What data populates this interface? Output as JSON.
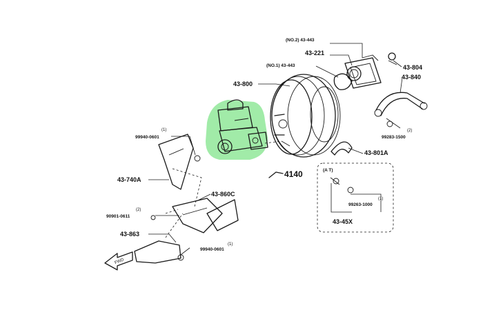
{
  "highlight_color": "#6fe07a",
  "labels": {
    "no2_43443": "(NO.2) 43-443",
    "p43221": "43-221",
    "p43804": "43-804",
    "no1_43443": "(NO.1) 43-443",
    "p43800": "43-800",
    "p43840": "43-840",
    "q2a": "(2)",
    "p99283": "99283-1500",
    "p43801a": "43-801A",
    "q1a": "(1)",
    "p99940a": "99940-0601",
    "p4140": "4140",
    "at": "(A T)",
    "p43740a": "43-740A",
    "q1b": "(1)",
    "p99263": "99263-1000",
    "p43860c": "43-860C",
    "q2b": "(2)",
    "p90901": "90901-0611",
    "p43x": "43-45X",
    "p43863": "43-863",
    "q1c": "(1)",
    "p99940b": "99940-0601",
    "fwd": "FWD"
  }
}
